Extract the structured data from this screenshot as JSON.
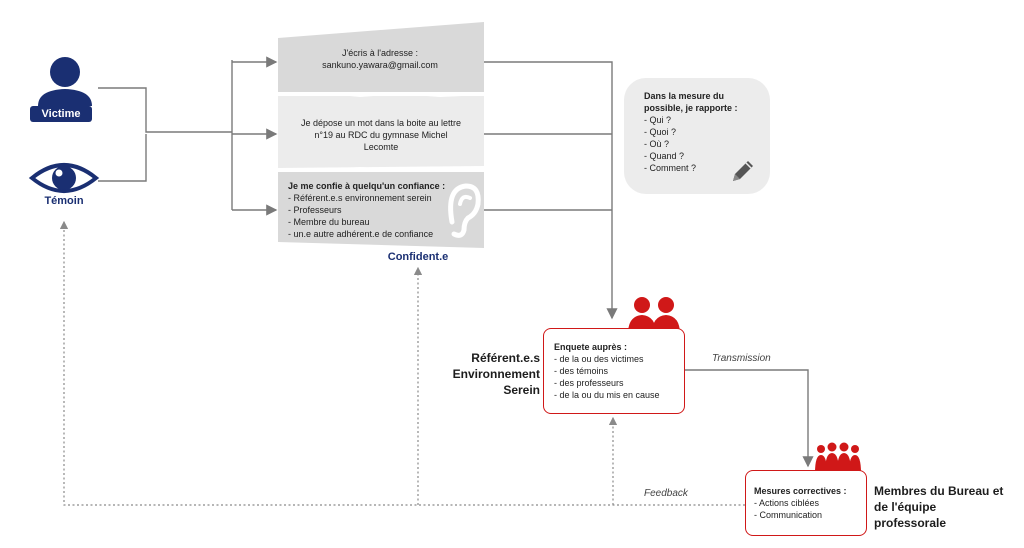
{
  "actors": {
    "victim_label": "Victime",
    "witness_label": "Témoin"
  },
  "channels": {
    "email": {
      "line1": "J'écris à l'adresse :",
      "line2": "sankuno.yawara@gmail.com"
    },
    "mailbox": {
      "line1": "Je dépose un mot dans la boite au lettre",
      "line2": "n°19 au RDC du gymnase Michel",
      "line3": "Lecomte"
    },
    "confide": {
      "title": "Je me confie à quelqu'un confiance :",
      "items": [
        "- Référent.e.s environnement serein",
        "- Professeurs",
        "- Membre du bureau",
        "- un.e autre adhérent.e de confiance"
      ]
    },
    "confidant_label": "Confident.e"
  },
  "report_bubble": {
    "title_line1": "Dans la mesure du",
    "title_line2": "possible, je rapporte :",
    "items": [
      "- Qui ?",
      "- Quoi ?",
      "- Où ?",
      "- Quand ?",
      "- Comment ?"
    ]
  },
  "inquiry": {
    "title": "Enquete auprès :",
    "items": [
      "- de la ou des victimes",
      "- des témoins",
      "- des professeurs",
      "- de la ou du mis en cause"
    ],
    "side_label": [
      "Référent.e.s",
      "Environnement",
      "Serein"
    ]
  },
  "measures": {
    "title": "Mesures correctives :",
    "items": [
      "- Actions ciblées",
      "- Communication"
    ],
    "side_label": [
      "Membres du Bureau et",
      "de l'équipe",
      "professorale"
    ]
  },
  "flows": {
    "transmission": "Transmission",
    "feedback": "Feedback"
  },
  "colors": {
    "actor_blue": "#1a2f72",
    "accent_red": "#d01818",
    "connector_gray": "#7a7a7a",
    "panel_gray": "#d9d9d9",
    "bubble_gray": "#ececec"
  },
  "icons": [
    "person-icon",
    "eye-icon",
    "ear-icon",
    "pencil-icon",
    "group-icon",
    "crowd-icon"
  ]
}
